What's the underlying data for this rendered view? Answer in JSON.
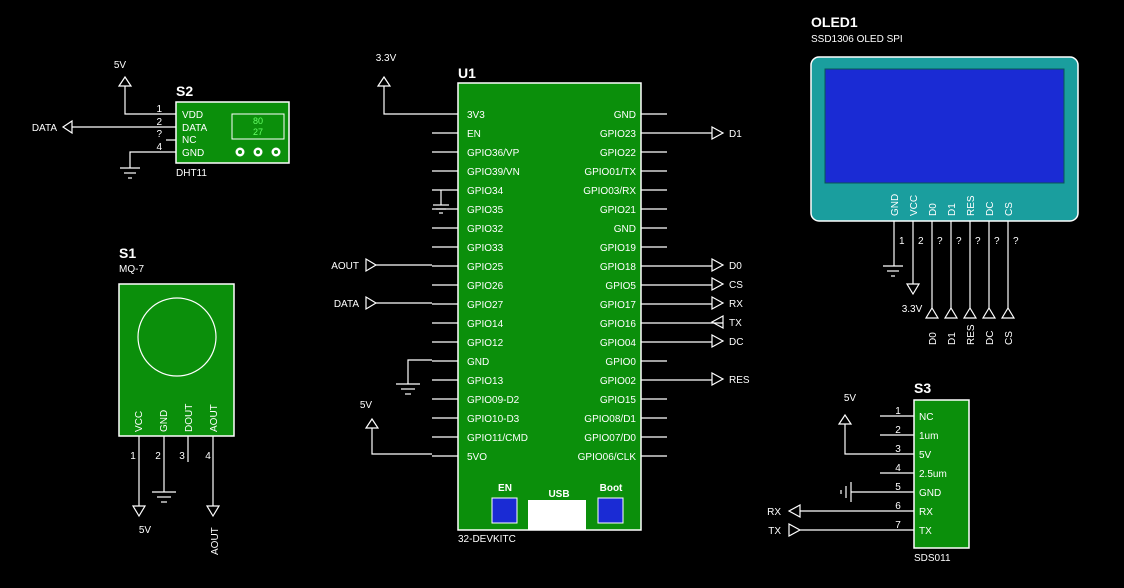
{
  "colors": {
    "background": "#000000",
    "board": "#0b8f0b",
    "wire": "#ffffff",
    "oled_frame": "#1a9e9e",
    "oled_screen": "#1a2bd4",
    "button": "#1a2bd4"
  },
  "S2": {
    "ref": "S2",
    "part": "DHT11",
    "pins": [
      "VDD",
      "DATA",
      "NC",
      "GND"
    ],
    "pin_numbers": [
      "1",
      "2",
      "?",
      "4"
    ],
    "display": [
      "80",
      "27"
    ],
    "supply": "5V",
    "data_net": "DATA"
  },
  "S1": {
    "ref": "S1",
    "part": "MQ-7",
    "pins": [
      "VCC",
      "GND",
      "DOUT",
      "AOUT"
    ],
    "pin_numbers": [
      "1",
      "2",
      "3",
      "4"
    ],
    "net_vcc": "5V",
    "net_aout": "AOUT"
  },
  "U1": {
    "ref": "U1",
    "part": "32-DEVKITC",
    "left_pins": [
      "3V3",
      "EN",
      "GPIO36/VP",
      "GPIO39/VN",
      "GPIO34",
      "GPIO35",
      "GPIO32",
      "GPIO33",
      "GPIO25",
      "GPIO26",
      "GPIO27",
      "GPIO14",
      "GPIO12",
      "GND",
      "GPIO13",
      "GPIO09-D2",
      "GPIO10-D3",
      "GPIO11/CMD",
      "5VO"
    ],
    "right_pins": [
      "GND",
      "GPIO23",
      "GPIO22",
      "GPIO01/TX",
      "GPIO03/RX",
      "GPIO21",
      "GND",
      "GPIO19",
      "GPIO18",
      "GPIO5",
      "GPIO17",
      "GPIO16",
      "GPIO04",
      "GPIO0",
      "GPIO02",
      "GPIO15",
      "GPIO08/D1",
      "GPIO07/D0",
      "GPIO06/CLK"
    ],
    "buttons": {
      "en": "EN",
      "usb": "USB",
      "boot": "Boot"
    },
    "left_nets": {
      "supply_top": "3.3V",
      "aout": "AOUT",
      "data": "DATA",
      "supply_bottom": "5V"
    },
    "right_nets": {
      "d1": "D1",
      "d0": "D0",
      "cs": "CS",
      "rx": "RX",
      "tx": "TX",
      "dc": "DC",
      "res": "RES"
    }
  },
  "OLED1": {
    "ref": "OLED1",
    "part": "SSD1306 OLED SPI",
    "pins": [
      "GND",
      "VCC",
      "D0",
      "D1",
      "RES",
      "DC",
      "CS"
    ],
    "pin_numbers": [
      "1",
      "2",
      "?",
      "?",
      "?",
      "?",
      "?"
    ],
    "net_vcc": "3.3V",
    "net_labels": [
      "D0",
      "D1",
      "RES",
      "DC",
      "CS"
    ]
  },
  "S3": {
    "ref": "S3",
    "part": "SDS011",
    "pins": [
      "NC",
      "1um",
      "5V",
      "2.5um",
      "GND",
      "RX",
      "TX"
    ],
    "pin_numbers": [
      "1",
      "2",
      "3",
      "4",
      "5",
      "6",
      "7"
    ],
    "supply": "5V",
    "net_rx": "RX",
    "net_tx": "TX"
  }
}
